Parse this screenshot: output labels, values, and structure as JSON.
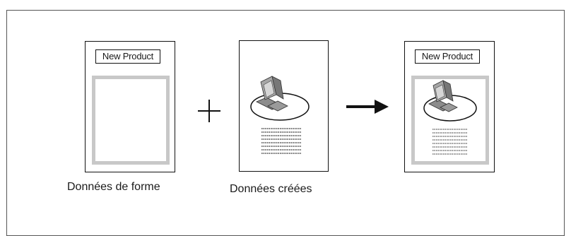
{
  "form_doc": {
    "title": "New Product"
  },
  "created_doc": {},
  "result_doc": {
    "title": "New Product"
  },
  "operators": {
    "plus": "+",
    "arrow": "→"
  },
  "captions": {
    "form": "Données de forme",
    "created": "Données créées"
  },
  "icons": [
    "computer-icon",
    "text-lines",
    "plus-sign",
    "right-arrow"
  ],
  "colors": {
    "frame_gray": "#c8c8c8",
    "ink": "#111111"
  }
}
